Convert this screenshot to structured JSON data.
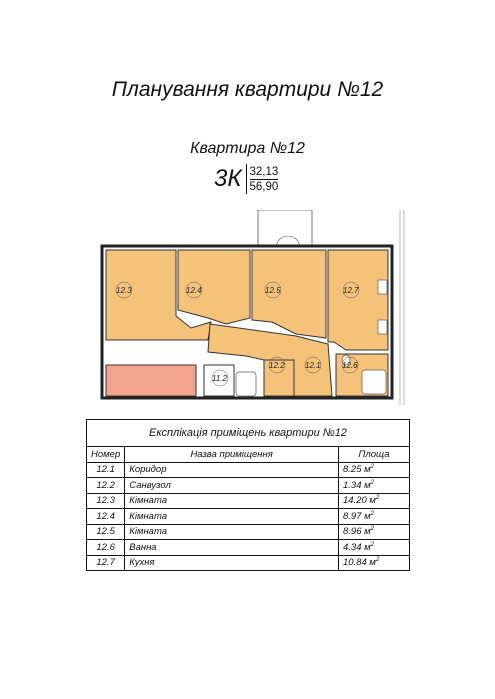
{
  "header": {
    "title": "Планування квартири №12",
    "subtitle": "Квартира №12"
  },
  "badge": {
    "type": "3К",
    "living_area": "32,13",
    "total_area": "56,90"
  },
  "plan": {
    "rooms": [
      "12.3",
      "12.4",
      "12.5",
      "12.7",
      "12.1",
      "12.2",
      "12.6",
      "11.2"
    ],
    "colors": {
      "room_fill": "#f5c27a",
      "neighbor_fill": "#f4a38c",
      "wall": "#222222"
    }
  },
  "explication": {
    "caption": "Експлікація приміщень квартири №12",
    "headers": {
      "number": "Номер",
      "name": "Назва приміщення",
      "area": "Площа"
    },
    "rows": [
      {
        "number": "12.1",
        "name": "Коридор",
        "area": "8.25 м",
        "unit_sup": "2"
      },
      {
        "number": "12.2",
        "name": "Санвузол",
        "area": "1.34 м",
        "unit_sup": "2"
      },
      {
        "number": "12.3",
        "name": "Кімната",
        "area": "14.20 м",
        "unit_sup": "2"
      },
      {
        "number": "12.4",
        "name": "Кімната",
        "area": "8.97 м",
        "unit_sup": "2"
      },
      {
        "number": "12.5",
        "name": "Кімната",
        "area": "8.96 м",
        "unit_sup": "2"
      },
      {
        "number": "12.6",
        "name": "Ванна",
        "area": "4.34 м",
        "unit_sup": "2"
      },
      {
        "number": "12.7",
        "name": "Кухня",
        "area": "10.84 м",
        "unit_sup": "2"
      }
    ]
  }
}
